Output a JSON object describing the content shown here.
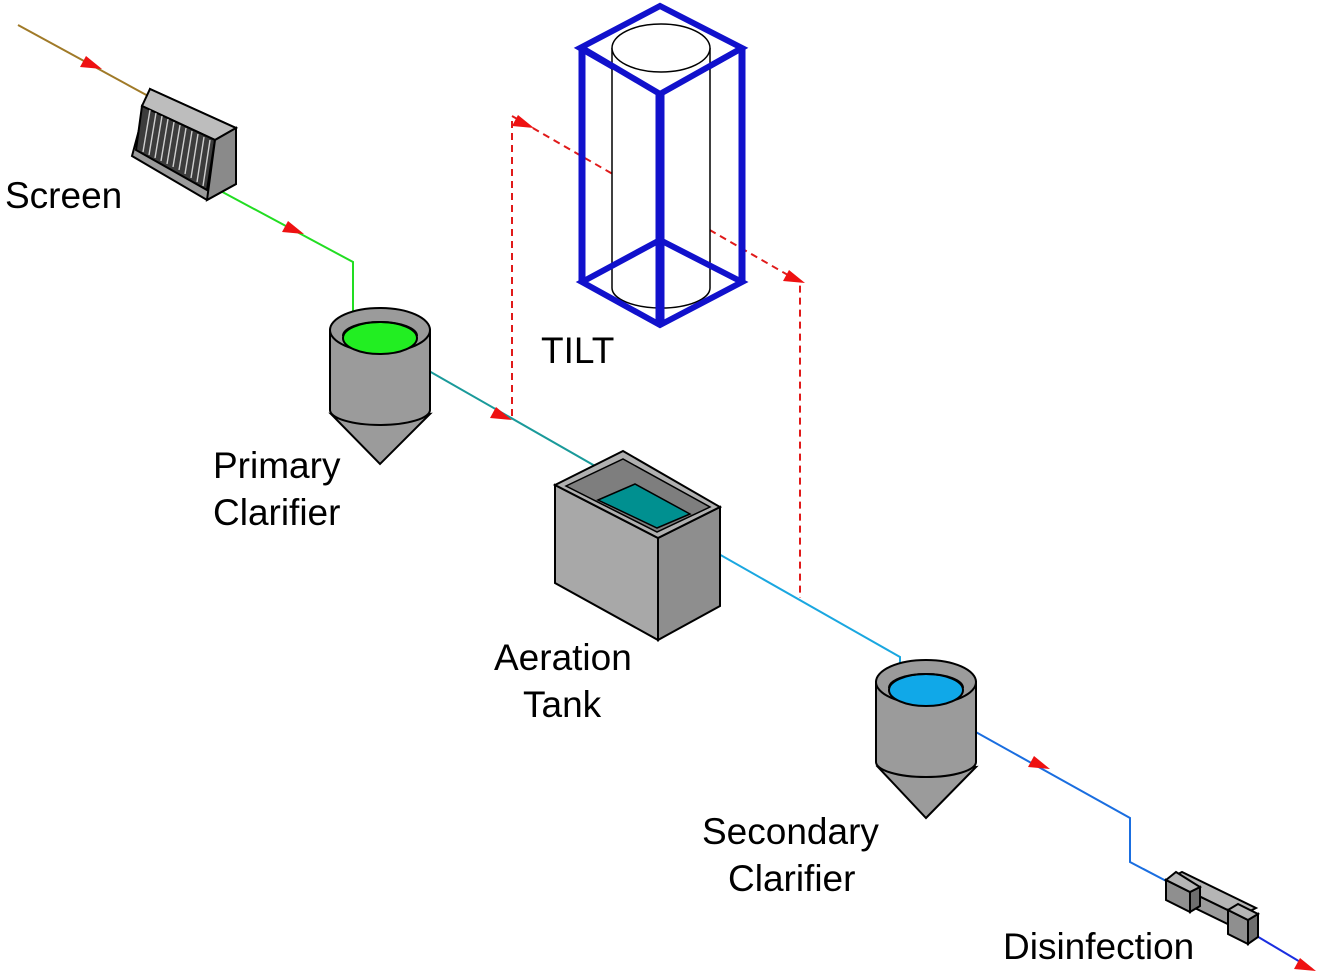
{
  "labels": {
    "screen": "Screen",
    "primary_line1": "Primary",
    "primary_line2": "Clarifier",
    "tilt": "TILT",
    "aeration_line1": "Aeration",
    "aeration_line2": "Tank",
    "secondary_line1": "Secondary",
    "secondary_line2": "Clarifier",
    "disinfection": "Disinfection"
  },
  "colors": {
    "influent": "#a07a28",
    "screen_to_primary": "#22dd22",
    "primary_to_aeration": "#1a9a9a",
    "aeration_to_secondary": "#1aa7e0",
    "secondary_to_disinfection": "#1a6ee0",
    "effluent": "#1a2ee0",
    "tilt_loop": "#e01a1a",
    "arrow": "#ee1111",
    "tilt_frame": "#1111cc",
    "equipment_gray": "#9b9b9b",
    "primary_liquid": "#22ee22",
    "aeration_liquid": "#009090",
    "secondary_liquid": "#10a8e8"
  },
  "icons": [
    "screen-icon",
    "primary-clarifier-icon",
    "tilt-tower-icon",
    "aeration-tank-icon",
    "secondary-clarifier-icon",
    "disinfection-unit-icon",
    "flow-arrow-icon"
  ]
}
